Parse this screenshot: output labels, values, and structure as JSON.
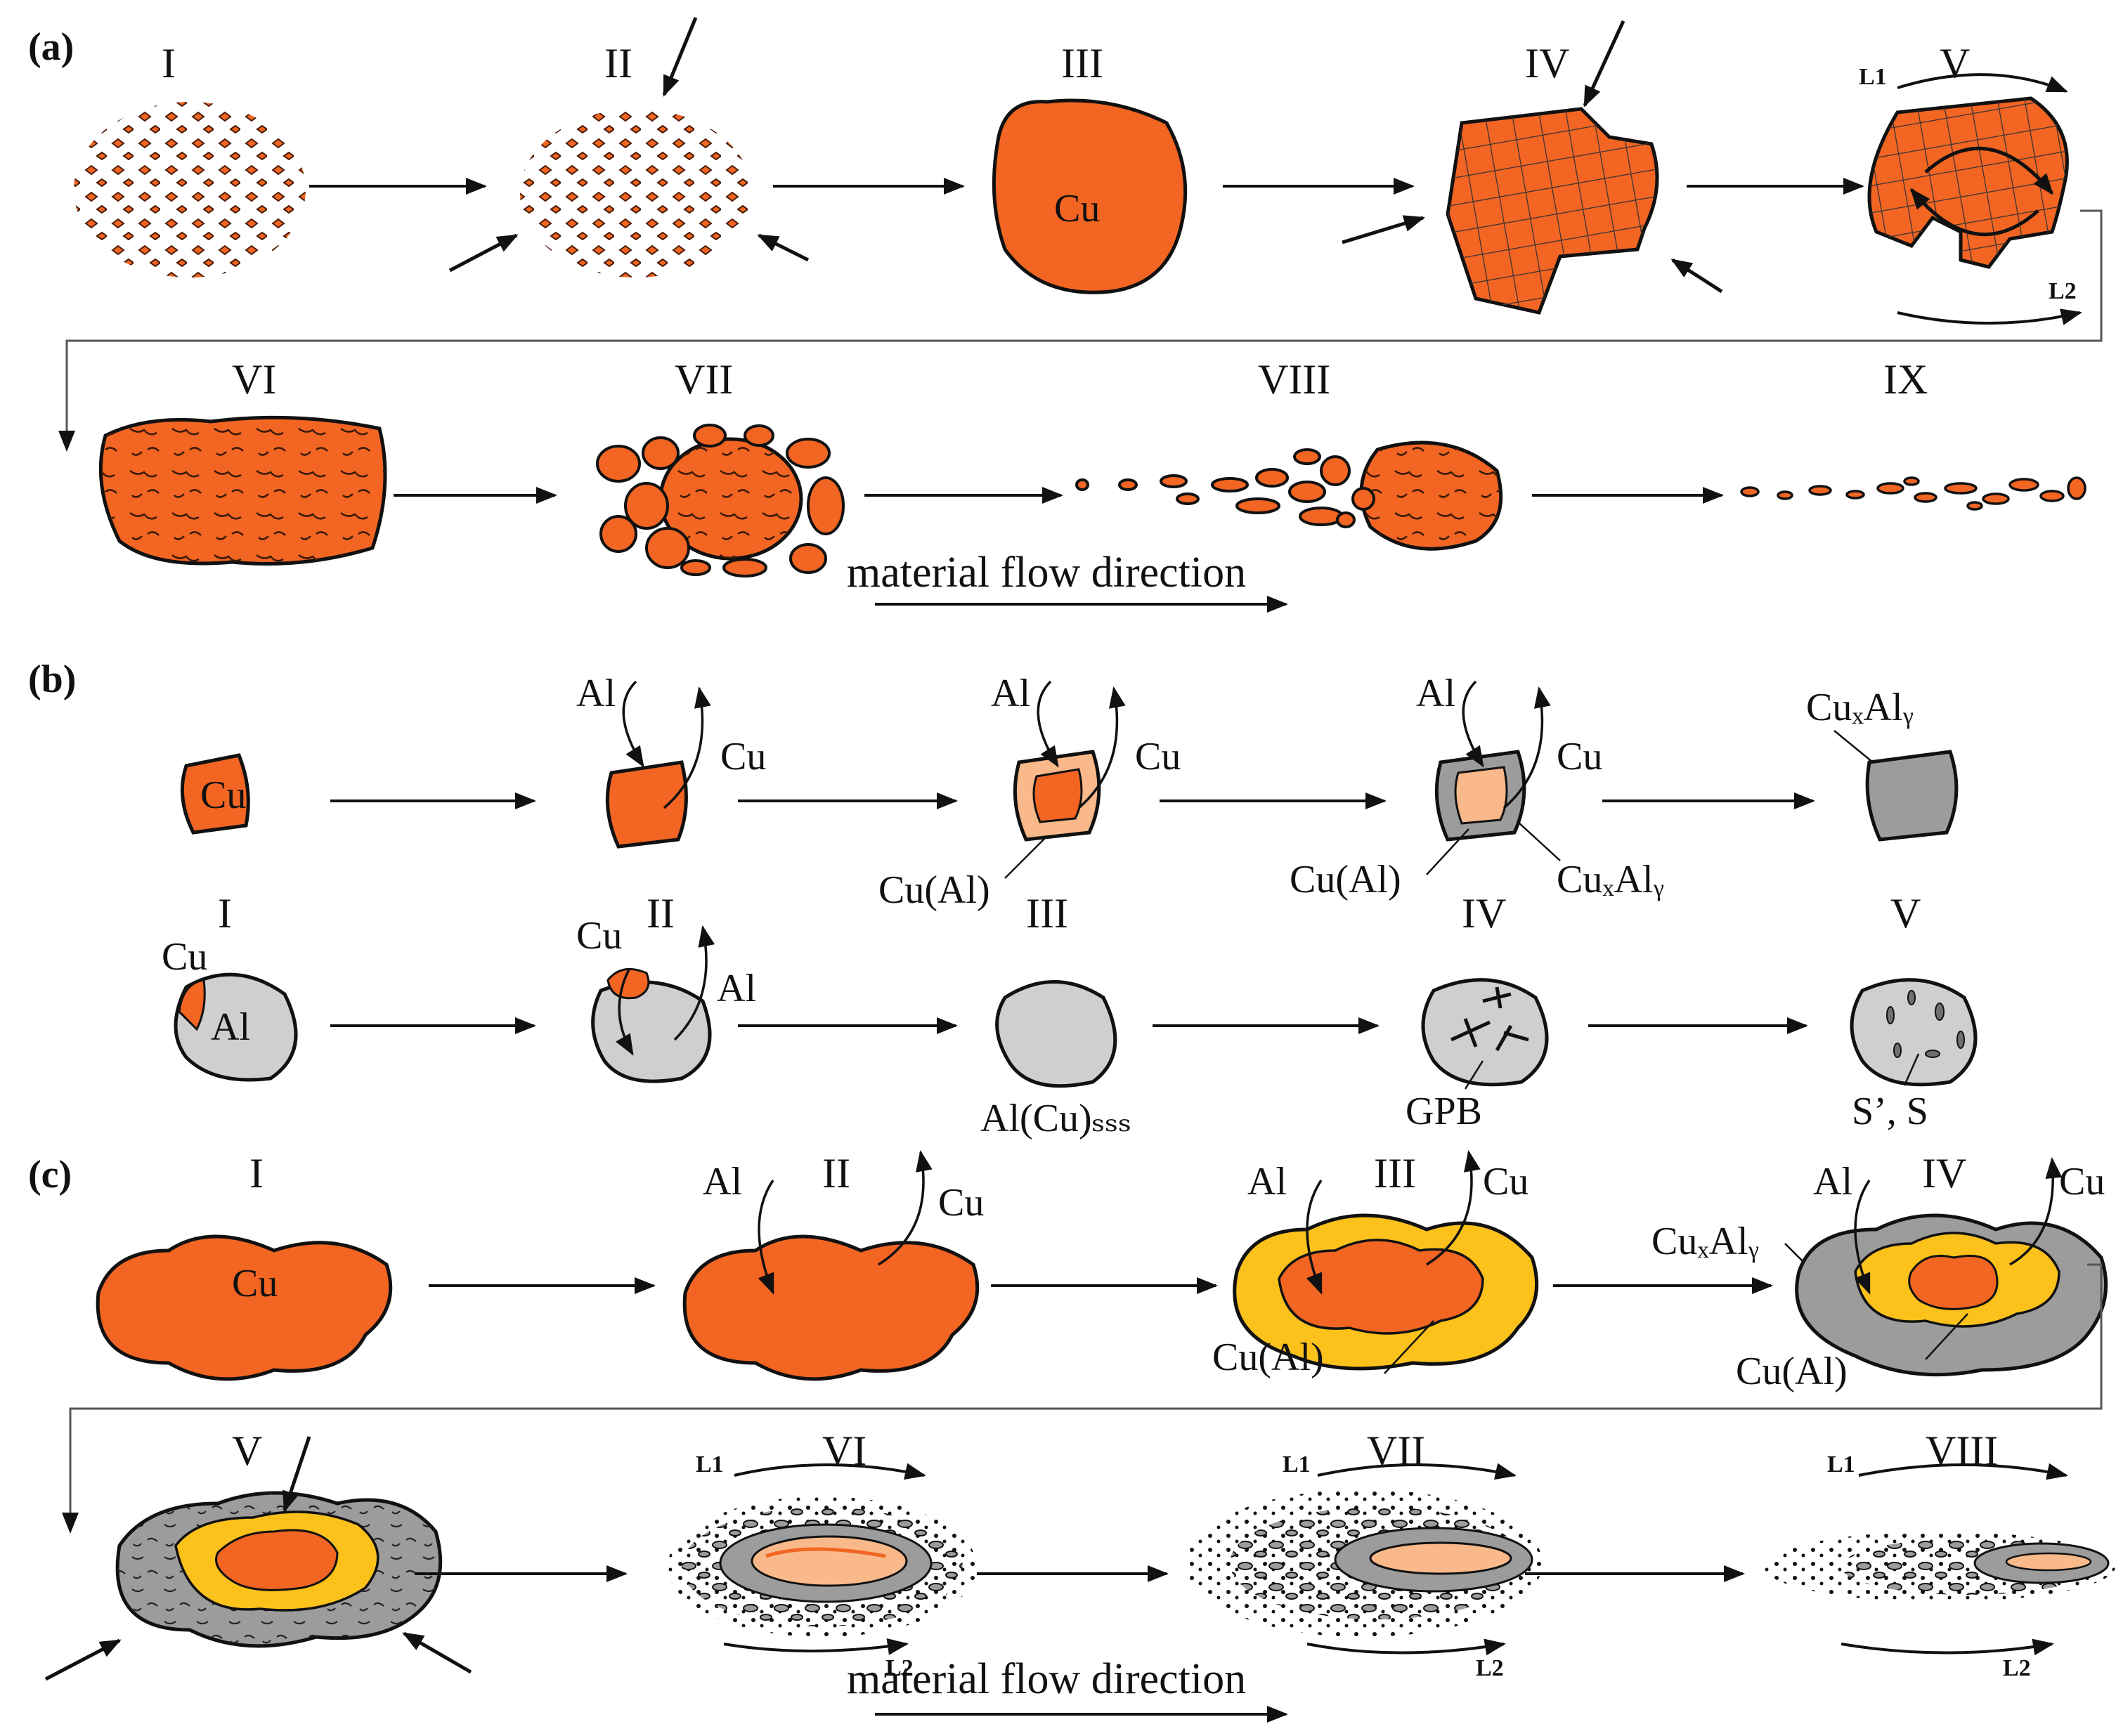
{
  "panels": {
    "a": "(a)",
    "b": "(b)",
    "c": "(c)"
  },
  "a": {
    "stages": [
      "I",
      "II",
      "III",
      "IV",
      "V",
      "VI",
      "VII",
      "VIII",
      "IX"
    ],
    "cu": "Cu",
    "l1": "L1",
    "l2": "L2",
    "flow": "material flow direction"
  },
  "b": {
    "top": {
      "cu": "Cu",
      "al": "Al",
      "cual": "Cu(Al)",
      "cuxaly": "CuₓAlᵧ"
    },
    "stages": [
      "I",
      "II",
      "III",
      "IV",
      "V"
    ],
    "bottom": {
      "cu": "Cu",
      "al": "Al",
      "alcu": "Al(Cu)ₛₛₛ",
      "gpb": "GPB",
      "s": "S’, S"
    }
  },
  "c": {
    "stages": [
      "I",
      "II",
      "III",
      "IV",
      "V",
      "VI",
      "VII",
      "VIII"
    ],
    "cu": "Cu",
    "al": "Al",
    "cual": "Cu(Al)",
    "cuxaly": "CuₓAlᵧ",
    "l1": "L1",
    "l2": "L2",
    "flow": "material flow direction"
  },
  "colors": {
    "copper": "#f26522",
    "light_orange": "#f9b98a",
    "yellow": "#fcc21b",
    "gray": "#9c9c9c",
    "light_gray": "#cfcfcf"
  }
}
